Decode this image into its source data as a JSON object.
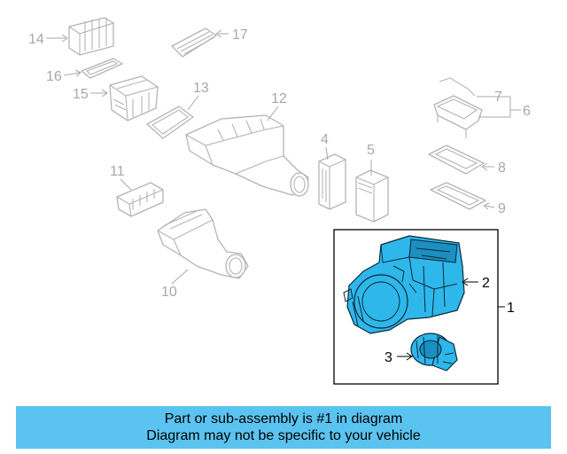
{
  "callouts": [
    "1",
    "2",
    "3",
    "4",
    "5",
    "6",
    "7",
    "8",
    "9",
    "10",
    "11",
    "12",
    "13",
    "14",
    "15",
    "16",
    "17"
  ],
  "banner": {
    "line1": "Part or sub-assembly is #1 in diagram",
    "line2": "Diagram may not be specific to your vehicle",
    "color": "#5bc3f0"
  },
  "colors": {
    "highlight": "#2eb7ea",
    "ghost": "#b4b4b4"
  },
  "highlighted_part": "1"
}
